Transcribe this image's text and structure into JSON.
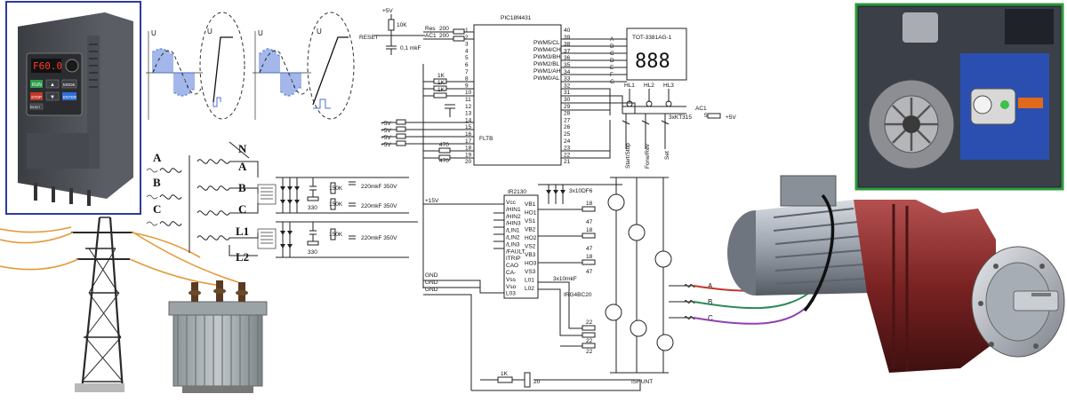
{
  "mcu": {
    "name": "PIC18f4431",
    "left_pins": [
      "1",
      "2",
      "3",
      "4",
      "5",
      "6",
      "7",
      "8",
      "9",
      "10",
      "11",
      "12",
      "13",
      "14",
      "15",
      "16",
      "17",
      "18",
      "19",
      "20"
    ],
    "right_pins": [
      "40",
      "39",
      "38",
      "37",
      "36",
      "35",
      "34",
      "33",
      "32",
      "31",
      "30",
      "29",
      "28",
      "27",
      "26",
      "25",
      "24",
      "23",
      "22",
      "21"
    ],
    "pwm_labels": [
      "PWM5/CL",
      "PWM4/CH",
      "PWM3/BH",
      "PWM2/BL",
      "PWM1/AH",
      "PWM0/AL"
    ],
    "fltb": "FLTB"
  },
  "reset": {
    "label": "RESET",
    "vcc": "+5V",
    "r": "10K",
    "c": "0,1 mkF",
    "res_label": "Res",
    "res_val": "200",
    "ac1_label": "AC1",
    "ac1_val": "200"
  },
  "display": {
    "part": "TOT-3381AG-1",
    "digits": "888",
    "segments": [
      "A",
      "B",
      "C",
      "D",
      "E",
      "F",
      "G"
    ],
    "res": "470",
    "hl": [
      "HL1",
      "HL2",
      "HL3"
    ],
    "transistor": "3xKT315",
    "ac1": "AC1",
    "rk": "5K",
    "vcc": "+5V",
    "buttons": [
      "Start/Stop",
      "Forw/Rev",
      "Set"
    ]
  },
  "driver": {
    "name": "IR2130",
    "left": [
      "Vcc",
      "/HIN1",
      "/HIN2",
      "/HIN3",
      "/LIN1",
      "/LIN2",
      "/LIN3",
      "/FAULT",
      "ITRIP",
      "CAO",
      "CA-",
      "Vss",
      "Vso",
      "L03"
    ],
    "right": [
      "VB1",
      "HO1",
      "VS1",
      "VB2",
      "HO2",
      "VS2",
      "VB3",
      "HO3",
      "VS3",
      "L01",
      "L02"
    ],
    "diodes": "3x10DF6",
    "caps": "3x10mkF",
    "igbt": "IRG4BC20",
    "gate_r": "18",
    "pull_r": "47",
    "low_r": "22",
    "shunt": "ISHUNT",
    "r1k": "1K",
    "r20": "20",
    "v15": "+15V",
    "gnd": "GND"
  },
  "power": {
    "inputs_abc": [
      "A",
      "B",
      "C"
    ],
    "secondary": [
      "N",
      "A",
      "B",
      "C",
      "L1",
      "L2"
    ],
    "cap": "220mkF 350V",
    "r150": "150K",
    "r330": "330"
  },
  "motor_out": [
    "A",
    "B",
    "C"
  ],
  "waveform_axis": [
    "U",
    "U",
    "U",
    "U"
  ],
  "inverter": {
    "display": "F60.0",
    "keys": [
      "RUN",
      "STOP",
      "RESET",
      "ENTER",
      "MODE"
    ]
  },
  "colors": {
    "wire_red": "#c0392b",
    "wire_green": "#2e8b57",
    "wire_purple": "#8e44ad",
    "frame_blue": "#2f3b9c",
    "frame_green": "#2c9a3a",
    "wave_blue": "#4a6fd6",
    "motor_red": "#7a2222"
  }
}
